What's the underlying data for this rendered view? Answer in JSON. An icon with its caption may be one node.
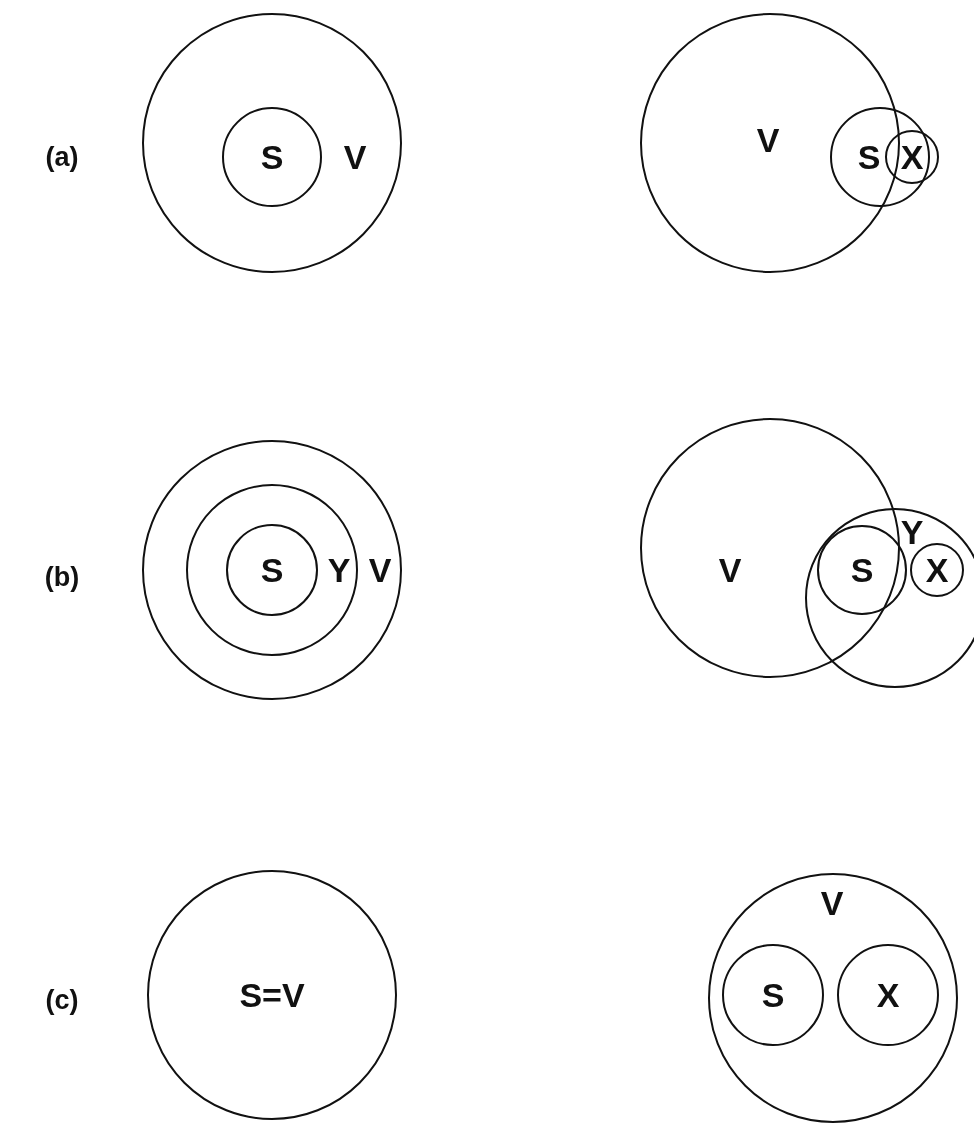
{
  "diagram": {
    "nodes": [
      {
        "text": [
          "V"
        ]
      },
      {
        "text": [
          "S"
        ],
        "in": 0
      },
      {
        "text": [
          "V"
        ]
      },
      {
        "text": [
          "S"
        ]
      },
      {
        "text": [
          "X"
        ],
        "in": 3
      },
      {
        "text": [
          "V"
        ]
      },
      {
        "text": [
          "Y"
        ],
        "in": 5
      },
      {
        "text": [
          "S"
        ],
        "in": 6
      },
      {
        "text": [
          "V"
        ]
      },
      {
        "text": [
          "Y"
        ]
      },
      {
        "text": [
          "S"
        ],
        "in": 9
      },
      {
        "text": [
          "X"
        ],
        "in": 9
      },
      {
        "text": [
          "S=V"
        ]
      },
      {
        "text": [
          "V"
        ]
      },
      {
        "text": [
          "S"
        ],
        "in": 13
      },
      {
        "text": [
          "X"
        ],
        "in": 13
      }
    ],
    "labels": [
      "(a)",
      "(b)",
      "(c)"
    ]
  }
}
